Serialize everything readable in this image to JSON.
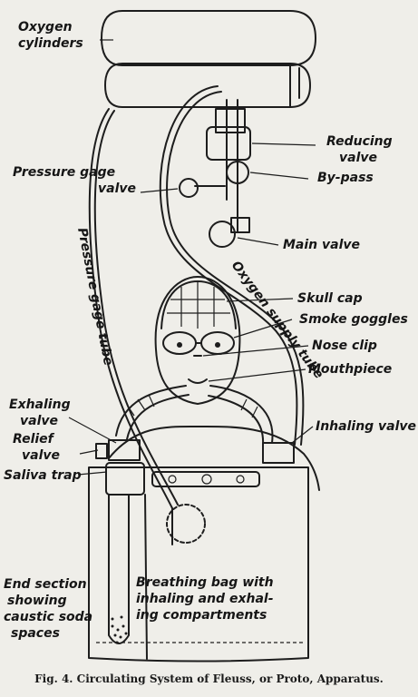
{
  "labels": {
    "oxygen_cylinders": [
      "Oxygen",
      "cylinders"
    ],
    "reducing_valve": [
      "Reducing",
      "valve"
    ],
    "by_pass": "By-pass",
    "pressure_gage_valve": [
      "Pressure gage",
      "valve"
    ],
    "main_valve": "Main valve",
    "pressure_gage_tube": "Pressure gage tube",
    "oxygen_supply_tube": "Oxygen supply tube",
    "skull_cap": "Skull cap",
    "smoke_goggles": "Smoke goggles",
    "nose_clip": "Nose clip",
    "mouthpiece": "Mouthpiece",
    "exhaling_valve": [
      "Exhaling",
      "valve"
    ],
    "relief_valve": [
      "Relief",
      "valve"
    ],
    "inhaling_valve": "Inhaling valve",
    "saliva_trap": "Saliva trap",
    "end_section": [
      "End section",
      "showing",
      "caustic soda",
      "spaces"
    ],
    "breathing_bag": [
      "Breathing bag with",
      "inhaling and exhal-",
      "ing compartments"
    ]
  },
  "caption": "Fig. 4. Circulating System of Fleuss, or Proto, Apparatus."
}
